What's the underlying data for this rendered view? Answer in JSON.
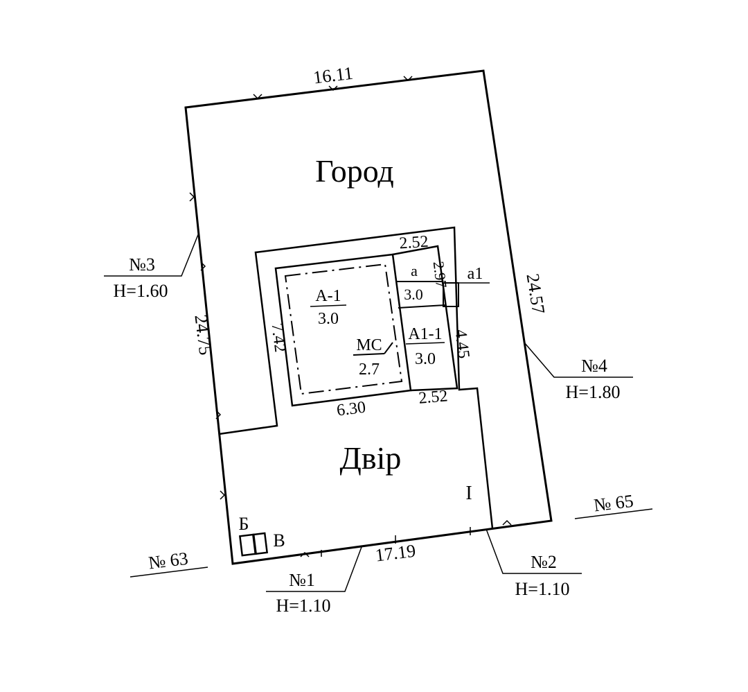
{
  "zones": {
    "garden": "Город",
    "yard": "Двір"
  },
  "edges": {
    "top": "16.11",
    "left": "24.75",
    "right": "24.57",
    "bottom": "17.19"
  },
  "house": {
    "dim_top": "2.52",
    "dim_side": "2.97",
    "dim_left": "7.42",
    "dim_right": "4.45",
    "dim_bottom_left": "6.30",
    "dim_bottom_right": "2.52"
  },
  "rooms": {
    "a1_name": "А-1",
    "a1_height": "3.0",
    "ms_name": "МС",
    "ms_height": "2.7",
    "a_name": "а",
    "a_height": "3.0",
    "a11_name": "А1-1",
    "a11_height": "3.0",
    "porch": "а1"
  },
  "markers": {
    "roman": "I",
    "b": "Б",
    "v": "В"
  },
  "points": {
    "p1_name": "№1",
    "p1_h": "Н=1.10",
    "p2_name": "№2",
    "p2_h": "Н=1.10",
    "p3_name": "№3",
    "p3_h": "Н=1.60",
    "p4_name": "№4",
    "p4_h": "Н=1.80"
  },
  "neighbors": {
    "n63": "№ 63",
    "n65": "№ 65"
  }
}
